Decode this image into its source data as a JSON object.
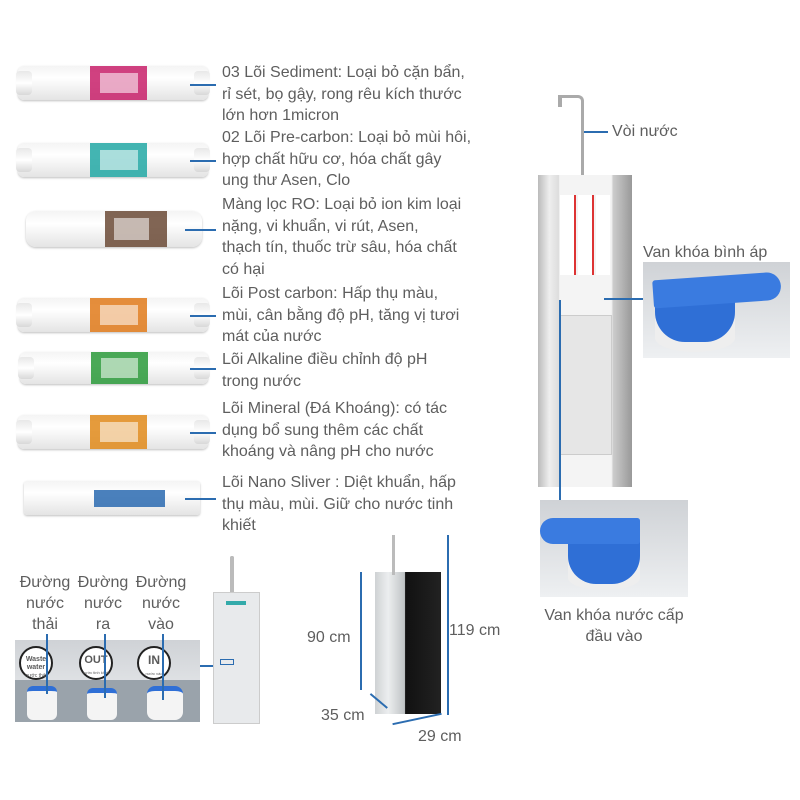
{
  "filters": [
    {
      "description": "03 Lõi Sediment: Loại bỏ cặn bẩn,\nrỉ sét, bọ gậy, rong rêu kích thước\nlớn hơn 1micron",
      "band_color": "#c8206a"
    },
    {
      "description": "02 Lõi Pre-carbon: Loại bỏ mùi hôi,\nhợp chất hữu cơ, hóa chất gây\nung thư Asen, Clo",
      "band_color": "#22a8a4"
    },
    {
      "description": "Màng lọc RO: Loại bỏ ion kim loại\nnặng, vi khuẩn, vi rút, Asen,\nthạch tín, thuốc trừ sâu, hóa chất\ncó hại",
      "band_color": "#6b4a36"
    },
    {
      "description": "Lõi Post carbon: Hấp thụ màu,\nmùi, cân bằng độ pH, tăng vị tươi\nmát của nước",
      "band_color": "#e07a1a"
    },
    {
      "description": "Lõi Alkaline điều chỉnh độ pH\ntrong nước",
      "band_color": "#2a9a3a"
    },
    {
      "description": "Lõi Mineral (Đá Khoáng): có tác\ndụng bổ sung thêm các chất\nkhoáng và nâng pH cho nước",
      "band_color": "#e08a1a"
    },
    {
      "description": "Lõi Nano Sliver : Diệt khuẩn, hấp\nthụ màu, mùi. Giữ cho nước tinh\nkhiết",
      "band_color": "#2a6ab0"
    }
  ],
  "ports": [
    {
      "label": "Đường\nnước\nthải",
      "badge": "Waste water",
      "badge_sub": "nước thải"
    },
    {
      "label": "Đường\nnước\nra",
      "badge": "OUT",
      "badge_sub": "nước tinh khiết"
    },
    {
      "label": "Đường\nnước\nvào",
      "badge": "IN",
      "badge_sub": "nước vào"
    }
  ],
  "dimensions": {
    "depth": "35 cm",
    "body_height": "90 cm",
    "total_height": "119 cm",
    "width": "29 cm"
  },
  "parts": {
    "faucet": "Vòi nước",
    "tank_valve": "Van khóa bình áp",
    "inlet_valve": "Van khóa nước cấp\nđầu vào"
  },
  "colors": {
    "accent": "#2b6cb0",
    "valve_blue": "#2f6fd6"
  }
}
